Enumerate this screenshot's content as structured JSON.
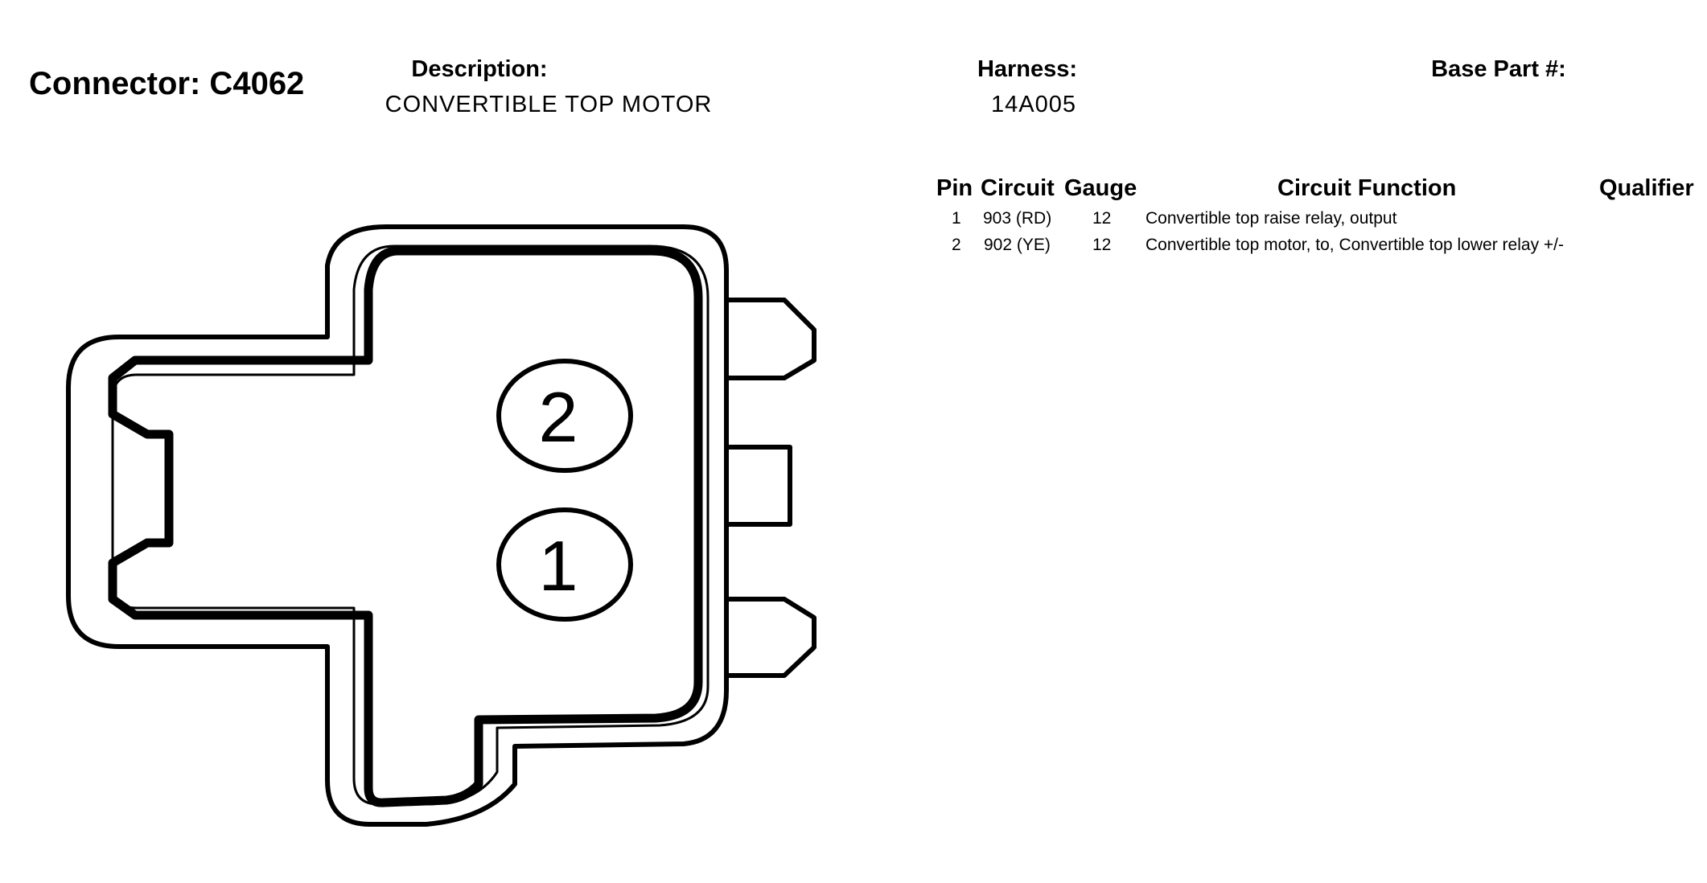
{
  "connector": {
    "title": "Connector: C4062"
  },
  "description": {
    "label": "Description:",
    "value": "CONVERTIBLE TOP MOTOR"
  },
  "harness": {
    "label": "Harness:",
    "value": "14A005"
  },
  "base_part": {
    "label": "Base Part #:",
    "value": ""
  },
  "table": {
    "columns": [
      "Pin",
      "Circuit",
      "Gauge",
      "Circuit Function",
      "Qualifier"
    ],
    "rows": [
      {
        "pin": "1",
        "circuit": "903 (RD)",
        "gauge": "12",
        "function": "Convertible top raise relay, output",
        "qualifier": ""
      },
      {
        "pin": "2",
        "circuit": "902 (YE)",
        "gauge": "12",
        "function": "Convertible top motor, to, Convertible top lower relay +/-",
        "qualifier": ""
      }
    ]
  },
  "diagram": {
    "pin_labels": [
      "2",
      "1"
    ]
  }
}
